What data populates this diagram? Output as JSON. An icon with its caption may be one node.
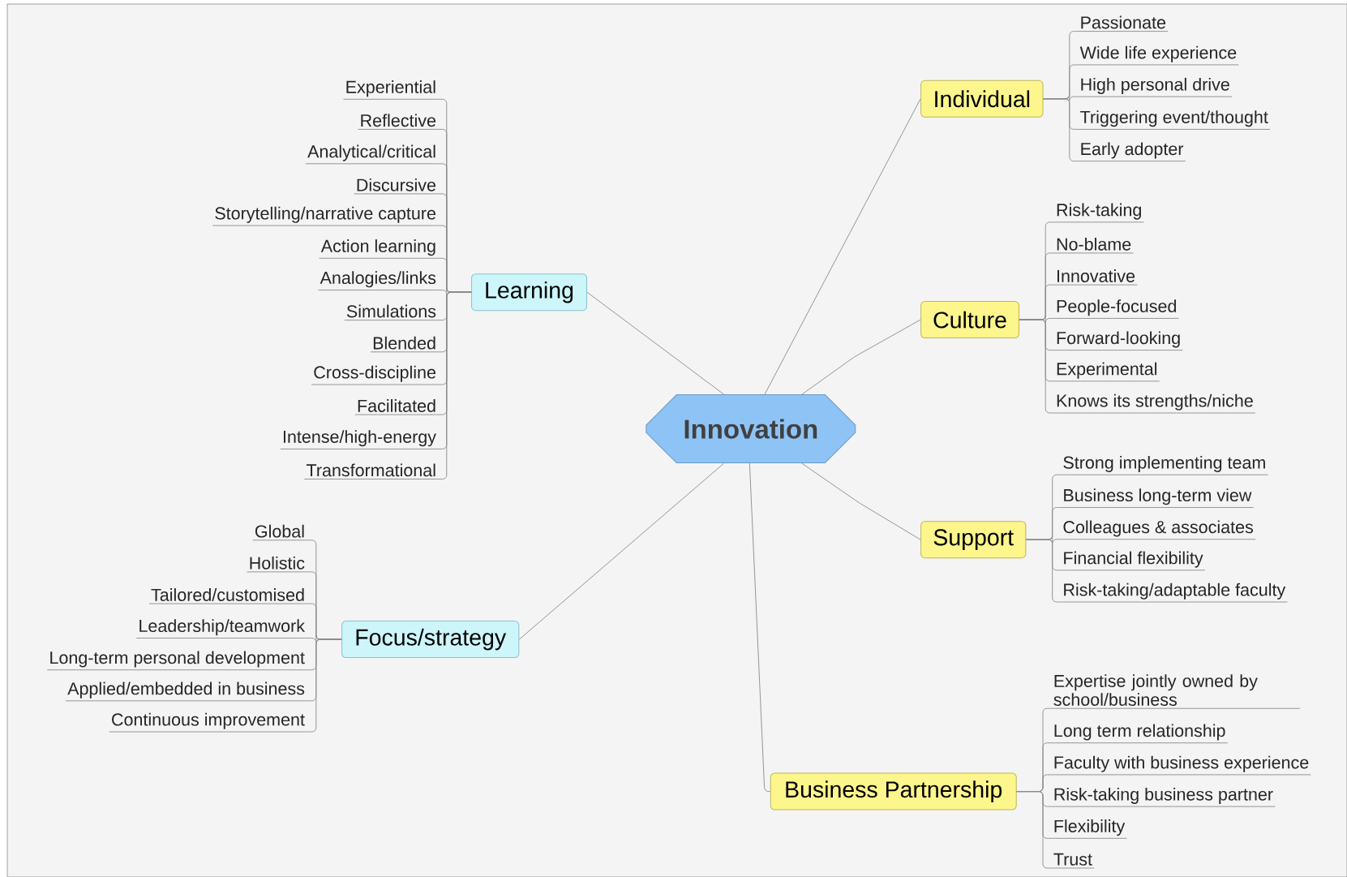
{
  "diagram": {
    "nodes": [
      {
        "text": [
          "Innovation"
        ]
      },
      {
        "text": [
          "Learning"
        ]
      },
      {
        "text": [
          "Experiential"
        ]
      },
      {
        "text": [
          "Reflective"
        ]
      },
      {
        "text": [
          "Analytical/critical"
        ]
      },
      {
        "text": [
          "Discursive"
        ]
      },
      {
        "text": [
          "Storytelling/narrative capture"
        ]
      },
      {
        "text": [
          "Action learning"
        ]
      },
      {
        "text": [
          "Analogies/links"
        ]
      },
      {
        "text": [
          "Simulations"
        ]
      },
      {
        "text": [
          "Blended"
        ]
      },
      {
        "text": [
          "Cross-discipline"
        ]
      },
      {
        "text": [
          "Facilitated"
        ]
      },
      {
        "text": [
          "Intense/high-energy"
        ]
      },
      {
        "text": [
          "Transformational"
        ]
      },
      {
        "text": [
          "Focus/strategy"
        ]
      },
      {
        "text": [
          "Global"
        ]
      },
      {
        "text": [
          "Holistic"
        ]
      },
      {
        "text": [
          "Tailored/customised"
        ]
      },
      {
        "text": [
          "Leadership/teamwork"
        ]
      },
      {
        "text": [
          "Long-term personal development"
        ]
      },
      {
        "text": [
          "Applied/embedded in business"
        ]
      },
      {
        "text": [
          "Continuous improvement"
        ]
      },
      {
        "text": [
          "Individual"
        ]
      },
      {
        "text": [
          "Passionate"
        ]
      },
      {
        "text": [
          "Wide life experience"
        ]
      },
      {
        "text": [
          "High personal drive"
        ]
      },
      {
        "text": [
          "Triggering event/thought"
        ]
      },
      {
        "text": [
          "Early adopter"
        ]
      },
      {
        "text": [
          "Culture"
        ]
      },
      {
        "text": [
          "Risk-taking"
        ]
      },
      {
        "text": [
          "No-blame"
        ]
      },
      {
        "text": [
          "Innovative"
        ]
      },
      {
        "text": [
          "People-focused"
        ]
      },
      {
        "text": [
          "Forward-looking"
        ]
      },
      {
        "text": [
          "Experimental"
        ]
      },
      {
        "text": [
          "Knows its strengths/niche"
        ]
      },
      {
        "text": [
          "Support"
        ]
      },
      {
        "text": [
          "Strong implementing team"
        ]
      },
      {
        "text": [
          "Business long-term view"
        ]
      },
      {
        "text": [
          "Colleagues & associates"
        ]
      },
      {
        "text": [
          "Financial flexibility"
        ]
      },
      {
        "text": [
          "Risk-taking/adaptable faculty"
        ]
      },
      {
        "text": [
          "Business Partnership"
        ]
      },
      {
        "text": [
          "Expertise jointly owned by school/business"
        ]
      },
      {
        "text": [
          "Long term relationship"
        ]
      },
      {
        "text": [
          "Faculty with business experience"
        ]
      },
      {
        "text": [
          "Risk-taking business partner"
        ]
      },
      {
        "text": [
          "Flexibility"
        ]
      },
      {
        "text": [
          "Trust"
        ]
      }
    ],
    "edges": [
      {
        "from": 0,
        "to": 1,
        "arrow": "none"
      },
      {
        "from": 0,
        "to": 15,
        "arrow": "none"
      },
      {
        "from": 0,
        "to": 23,
        "arrow": "none"
      },
      {
        "from": 0,
        "to": 29,
        "arrow": "none"
      },
      {
        "from": 0,
        "to": 37,
        "arrow": "none"
      },
      {
        "from": 0,
        "to": 43,
        "arrow": "none"
      },
      {
        "from": 1,
        "to": 2,
        "arrow": "none"
      },
      {
        "from": 1,
        "to": 3,
        "arrow": "none"
      },
      {
        "from": 1,
        "to": 4,
        "arrow": "none"
      },
      {
        "from": 1,
        "to": 5,
        "arrow": "none"
      },
      {
        "from": 1,
        "to": 6,
        "arrow": "none"
      },
      {
        "from": 1,
        "to": 7,
        "arrow": "none"
      },
      {
        "from": 1,
        "to": 8,
        "arrow": "none"
      },
      {
        "from": 1,
        "to": 9,
        "arrow": "none"
      },
      {
        "from": 1,
        "to": 10,
        "arrow": "none"
      },
      {
        "from": 1,
        "to": 11,
        "arrow": "none"
      },
      {
        "from": 1,
        "to": 12,
        "arrow": "none"
      },
      {
        "from": 1,
        "to": 13,
        "arrow": "none"
      },
      {
        "from": 1,
        "to": 14,
        "arrow": "none"
      },
      {
        "from": 15,
        "to": 16,
        "arrow": "none"
      },
      {
        "from": 15,
        "to": 17,
        "arrow": "none"
      },
      {
        "from": 15,
        "to": 18,
        "arrow": "none"
      },
      {
        "from": 15,
        "to": 19,
        "arrow": "none"
      },
      {
        "from": 15,
        "to": 20,
        "arrow": "none"
      },
      {
        "from": 15,
        "to": 21,
        "arrow": "none"
      },
      {
        "from": 15,
        "to": 22,
        "arrow": "none"
      },
      {
        "from": 23,
        "to": 24,
        "arrow": "none"
      },
      {
        "from": 23,
        "to": 25,
        "arrow": "none"
      },
      {
        "from": 23,
        "to": 26,
        "arrow": "none"
      },
      {
        "from": 23,
        "to": 27,
        "arrow": "none"
      },
      {
        "from": 23,
        "to": 28,
        "arrow": "none"
      },
      {
        "from": 29,
        "to": 30,
        "arrow": "none"
      },
      {
        "from": 29,
        "to": 31,
        "arrow": "none"
      },
      {
        "from": 29,
        "to": 32,
        "arrow": "none"
      },
      {
        "from": 29,
        "to": 33,
        "arrow": "none"
      },
      {
        "from": 29,
        "to": 34,
        "arrow": "none"
      },
      {
        "from": 29,
        "to": 35,
        "arrow": "none"
      },
      {
        "from": 29,
        "to": 36,
        "arrow": "none"
      },
      {
        "from": 37,
        "to": 38,
        "arrow": "none"
      },
      {
        "from": 37,
        "to": 39,
        "arrow": "none"
      },
      {
        "from": 37,
        "to": 40,
        "arrow": "none"
      },
      {
        "from": 37,
        "to": 41,
        "arrow": "none"
      },
      {
        "from": 37,
        "to": 42,
        "arrow": "none"
      },
      {
        "from": 43,
        "to": 44,
        "arrow": "none"
      },
      {
        "from": 43,
        "to": 45,
        "arrow": "none"
      },
      {
        "from": 43,
        "to": 46,
        "arrow": "none"
      },
      {
        "from": 43,
        "to": 47,
        "arrow": "none"
      },
      {
        "from": 43,
        "to": 48,
        "arrow": "none"
      },
      {
        "from": 43,
        "to": 49,
        "arrow": "none"
      }
    ]
  }
}
